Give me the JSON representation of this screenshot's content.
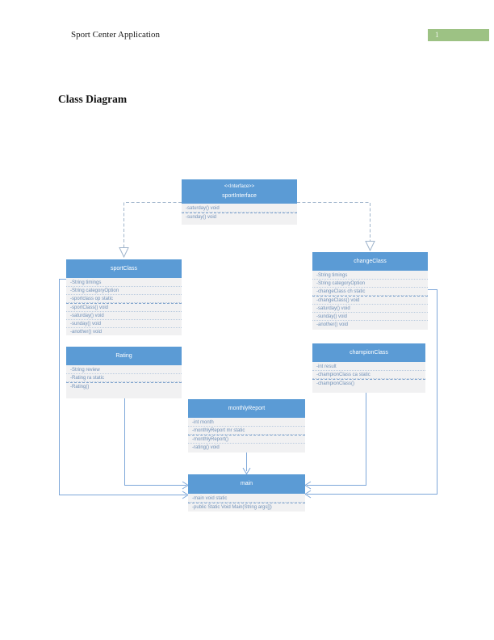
{
  "document": {
    "header_title": "Sport Center Application",
    "page_number": "1",
    "heading": "Class Diagram"
  },
  "colors": {
    "class_header_blue": "#5b9bd5",
    "class_body_gray": "#f1f1f2",
    "member_text_blue": "#7191b8",
    "connector_blue": "#7da7d9",
    "dashed_connector_gray_blue": "#9fb4cb",
    "page_number_green": "#9dc284"
  },
  "diagram": {
    "classes": [
      {
        "key": "sportInterface",
        "stereotype": "<<Interface>>",
        "name": "sportInterface",
        "attributes": [
          "-saturday() void"
        ],
        "methods": [
          "-sunday() void"
        ]
      },
      {
        "key": "sportClass",
        "name": "sportClass",
        "attributes": [
          "-String timings",
          "-String categoryOption",
          "-sportclass op static"
        ],
        "methods": [
          "-sportClass() void",
          "-saturday() void",
          "-sunday() void",
          "-another() void"
        ]
      },
      {
        "key": "changeClass",
        "name": "changeClass",
        "attributes": [
          "-String timings",
          "-String categoryOption",
          "-changeClass ch static"
        ],
        "methods": [
          "-changeClass() void",
          "-saturday() void",
          "-sunday() void",
          "-another() void"
        ]
      },
      {
        "key": "Rating",
        "name": "Rating",
        "attributes": [
          "-String review",
          "-Rating ra static"
        ],
        "methods": [
          "-Rating()"
        ]
      },
      {
        "key": "championClass",
        "name": "championClass",
        "attributes": [
          "-int result",
          "-championClass ca static"
        ],
        "methods": [
          "-championClass()"
        ]
      },
      {
        "key": "monthlyReport",
        "name": "monthlyReport",
        "attributes": [
          "-int month",
          "-monthlyReport mr static"
        ],
        "methods": [
          "-monthlyReport()",
          "-rating() void"
        ]
      },
      {
        "key": "main",
        "name": "main",
        "attributes": [
          "-main void static"
        ],
        "methods": [
          "-public Static Void Main(String args[])"
        ]
      }
    ],
    "relations": [
      {
        "from": "sportInterface",
        "to": "sportClass",
        "type": "dashed-hollow-triangle"
      },
      {
        "from": "sportInterface",
        "to": "changeClass",
        "type": "dashed-hollow-triangle"
      },
      {
        "from": "sportClass",
        "to": "main",
        "type": "open-arrow"
      },
      {
        "from": "Rating",
        "to": "main",
        "type": "open-arrow"
      },
      {
        "from": "monthlyReport",
        "to": "main",
        "type": "open-arrow"
      },
      {
        "from": "championClass",
        "to": "main",
        "type": "open-arrow"
      },
      {
        "from": "changeClass",
        "to": "main",
        "type": "open-arrow"
      }
    ]
  }
}
